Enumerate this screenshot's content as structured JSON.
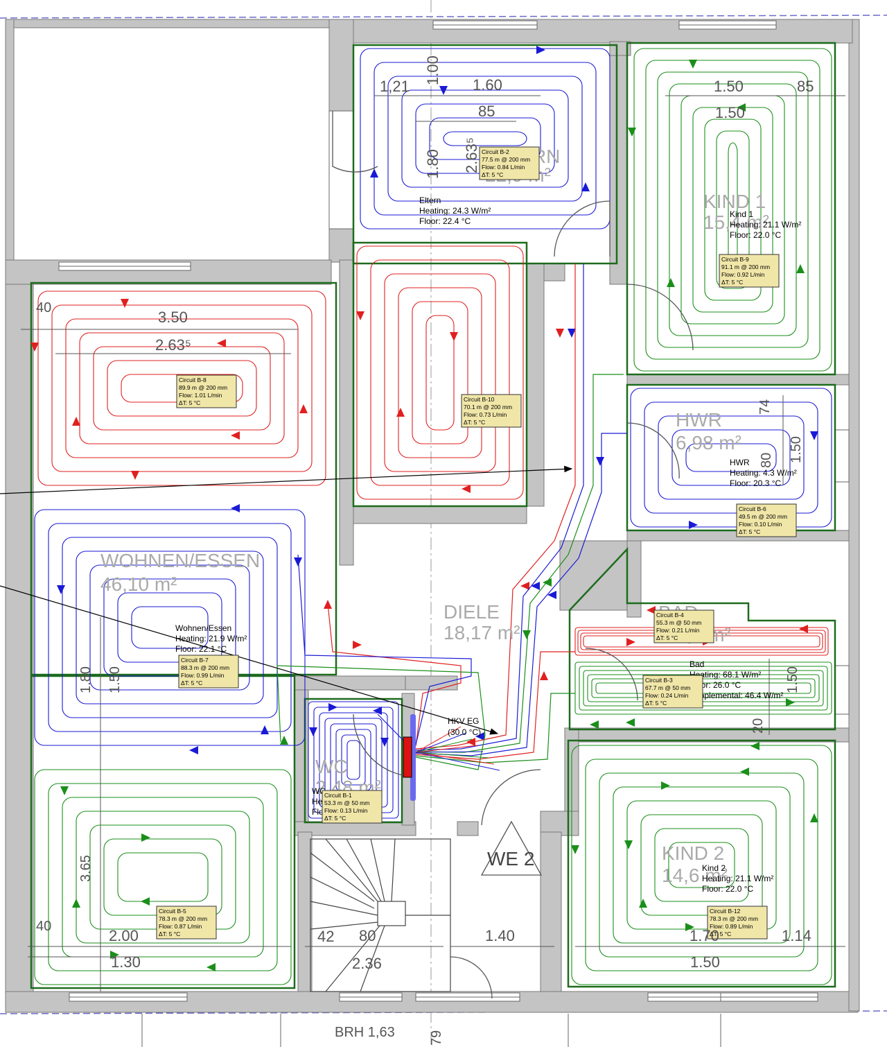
{
  "colors": {
    "wall": "#c4c4c4",
    "wall_stroke": "#777777",
    "room_border": "#1d6b1d",
    "supply": "#e02020",
    "return": "#1a1ad6",
    "green_loop": "#1a8f1a",
    "label_bg": "#f0e6a8",
    "room_text": "#aaaaaa",
    "dim_text": "#555555",
    "manifold": "#dd1111"
  },
  "rooms": [
    {
      "name": "ELTERN",
      "area": "22,9 m²"
    },
    {
      "name": "KIND 1",
      "area": "15,4 m²"
    },
    {
      "name": "WOHNEN/ESSEN",
      "area": "46,10 m²"
    },
    {
      "name": "HWR",
      "area": "6,98 m²"
    },
    {
      "name": "DIELE",
      "area": "18,17 m²"
    },
    {
      "name": "BAD",
      "area": "10,2 m²"
    },
    {
      "name": "WC",
      "area": "2,48 m²"
    },
    {
      "name": "KIND 2",
      "area": "14,6 m²"
    },
    {
      "name": "WE 2",
      "area": ""
    }
  ],
  "room_info": [
    {
      "title": "Eltern",
      "line1": "Heating: 24.3 W/m²",
      "line2": "Floor: 22.4 °C"
    },
    {
      "title": "Kind 1",
      "line1": "Heating: 21.1 W/m²",
      "line2": "Floor: 22.0 °C"
    },
    {
      "title": "HWR",
      "line1": "Heating: 4.3 W/m²",
      "line2": "Floor: 20.3 °C"
    },
    {
      "title": "Wohnen/Essen",
      "line1": "Heating: 21.9 W/m²",
      "line2": "Floor: 22.1 °C"
    },
    {
      "title": "Bad",
      "line1": "Heating: 68.1 W/m²",
      "line2": "Floor: 26.0 °C",
      "line3": "Supplemental: 46.4 W/m²"
    },
    {
      "title": "Kind 2",
      "line1": "Heating: 21.1 W/m²",
      "line2": "Floor: 22.0 °C"
    },
    {
      "title": "WC",
      "line1": "Heating: 0.0 W/m²",
      "line2": "Floor: 20.0 °C"
    }
  ],
  "circuits": [
    {
      "id": "Circuit B-2",
      "length": "77.5 m @ 200 mm",
      "flow": "Flow: 0.84 L/min",
      "dt": "ΔT: 5 °C"
    },
    {
      "id": "Circuit B-9",
      "length": "91.1 m @ 200 mm",
      "flow": "Flow: 0.92 L/min",
      "dt": "ΔT: 5 °C"
    },
    {
      "id": "Circuit B-8",
      "length": "89.9 m @ 200 mm",
      "flow": "Flow: 1.01 L/min",
      "dt": "ΔT: 5 °C"
    },
    {
      "id": "Circuit B-10",
      "length": "70.1 m @ 200 mm",
      "flow": "Flow: 0.73 L/min",
      "dt": "ΔT: 5 °C"
    },
    {
      "id": "Circuit B-6",
      "length": "49.5 m @ 200 mm",
      "flow": "Flow: 0.10 L/min",
      "dt": "ΔT: 5 °C"
    },
    {
      "id": "Circuit B-4",
      "length": "55.3 m @ 50 mm",
      "flow": "Flow: 0.21 L/min",
      "dt": "ΔT: 5 °C"
    },
    {
      "id": "Circuit B-7",
      "length": "88.3 m @ 200 mm",
      "flow": "Flow: 0.99 L/min",
      "dt": "ΔT: 5 °C"
    },
    {
      "id": "Circuit B-3",
      "length": "67.7 m @ 50 mm",
      "flow": "Flow: 0.24 L/min",
      "dt": "ΔT: 5 °C"
    },
    {
      "id": "Circuit B-1",
      "length": "53.3 m @ 50 mm",
      "flow": "Flow: 0.13 L/min",
      "dt": "ΔT: 5 °C"
    },
    {
      "id": "Circuit B-5",
      "length": "78.3 m @ 200 mm",
      "flow": "Flow: 0.87 L/min",
      "dt": "ΔT: 5 °C"
    },
    {
      "id": "Circuit B-12",
      "length": "78.3 m @ 200 mm",
      "flow": "Flow: 0.89 L/min",
      "dt": "ΔT: 5 °C"
    }
  ],
  "manifold": {
    "name": "HKV EG",
    "temp": "(30.0 °C)"
  },
  "dimensions": [
    "1,21",
    "1.60",
    "1.00",
    "85",
    "1.80",
    "2.63⁵",
    "1.50",
    "85",
    "1.50",
    "40",
    "3.50",
    "2.63⁵",
    "74",
    "80",
    "1.50",
    "1.80",
    "1.50",
    "3.65",
    "40",
    "2.00",
    "1.30",
    "42",
    "80",
    "2.36",
    "1.40",
    "1.14",
    "1.70",
    "1.50",
    "1.50",
    "20",
    "BRH 1,63",
    "79"
  ]
}
